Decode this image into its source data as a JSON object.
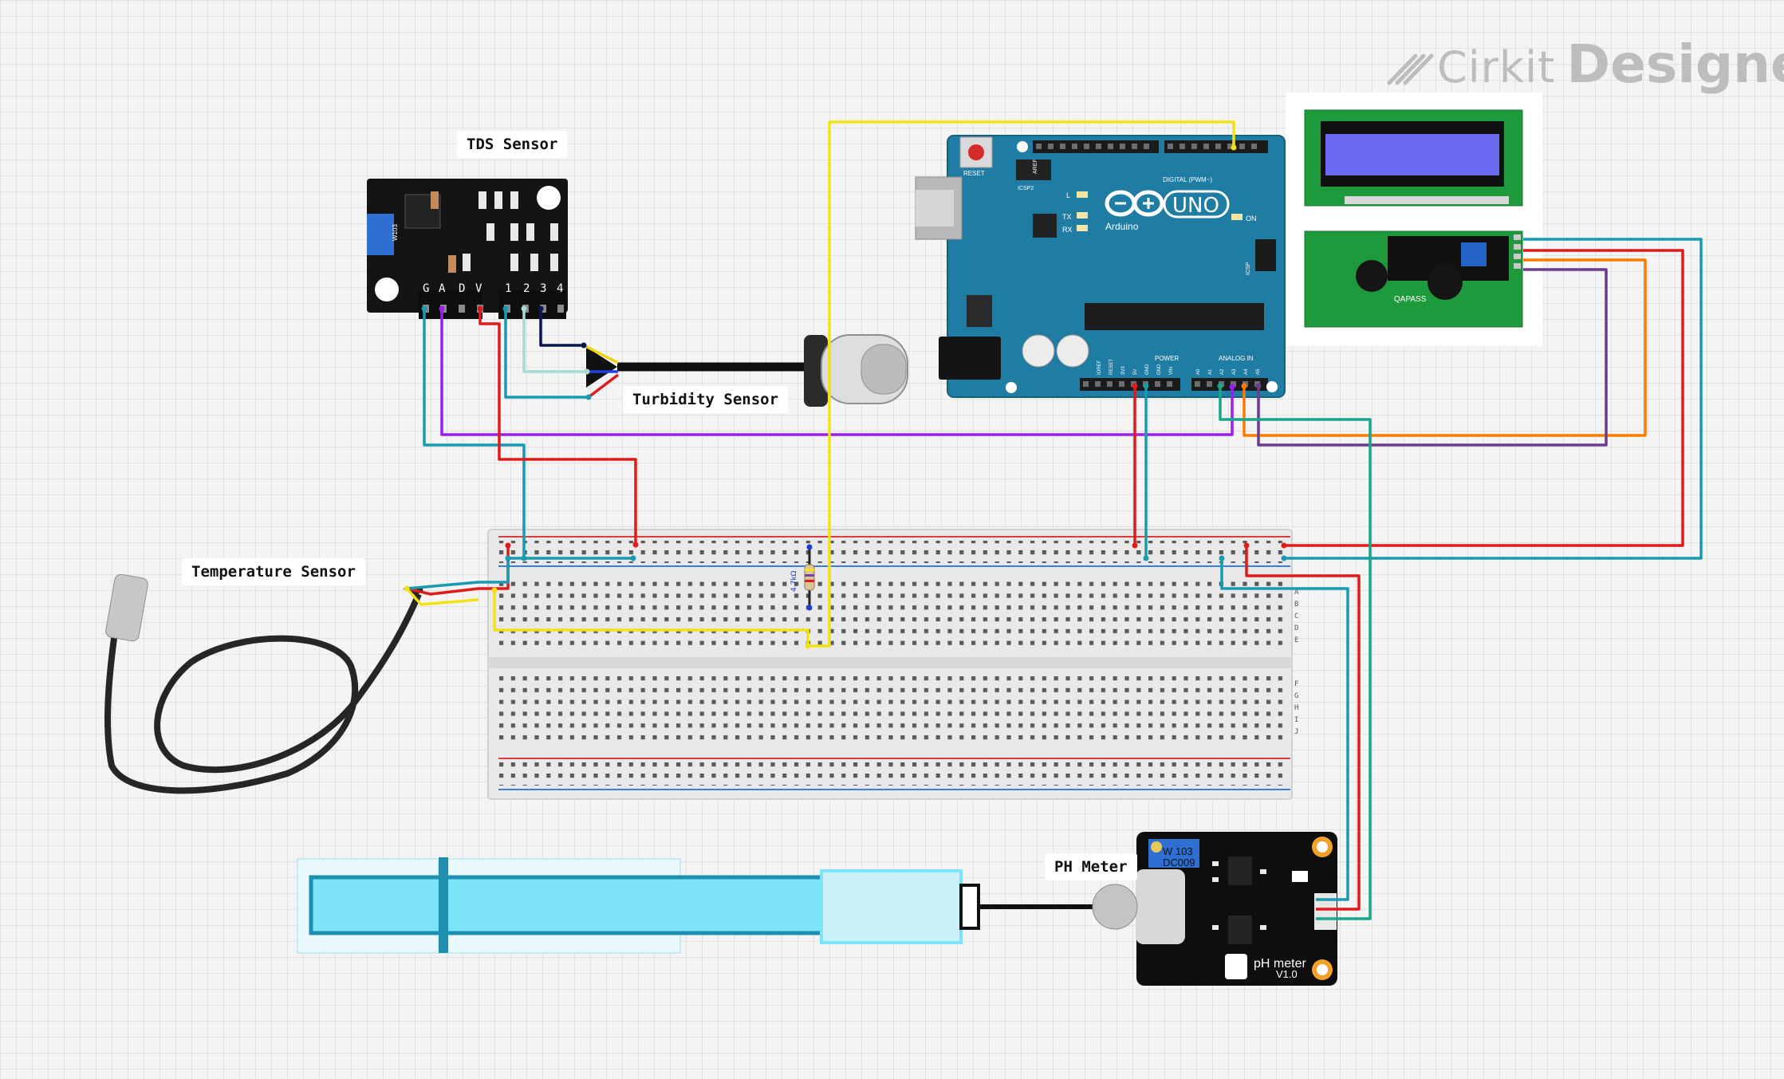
{
  "app": {
    "brand_word1": "Cirkit",
    "brand_word2": "Designer"
  },
  "labels": {
    "tds": "TDS Sensor",
    "turbidity": "Turbidity Sensor",
    "temperature": "Temperature Sensor",
    "ph": "PH Meter"
  },
  "arduino": {
    "reset": "RESET",
    "icsp2": "ICSP2",
    "aref": "AREF",
    "digital": "DIGITAL (PWM~)",
    "l": "L",
    "tx": "TX",
    "rx": "RX",
    "on": "ON",
    "logo_text": "Arduino",
    "uno": "UNO",
    "icsp": "ICSP",
    "power": "POWER",
    "analog": "ANALOG IN",
    "power_pins": [
      "IOREF",
      "RESET",
      "3V3",
      "5V",
      "GND",
      "GND",
      "VIN"
    ],
    "analog_pins": [
      "A0",
      "A1",
      "A2",
      "A3",
      "A4",
      "A5"
    ]
  },
  "tds_board": {
    "pins_left": [
      "G",
      "A",
      "D",
      "V"
    ],
    "pins_right": [
      "1",
      "2",
      "3",
      "4"
    ],
    "pot": "W103"
  },
  "lcd_backpack": {
    "brand": "QAPASS"
  },
  "ph_board": {
    "pot": "W 103",
    "pot2": "DC009",
    "name": "pH meter",
    "version": "V1.0"
  },
  "breadboard": {
    "row_letters_top": [
      "A",
      "B",
      "C",
      "D",
      "E"
    ],
    "row_letters_bottom": [
      "F",
      "G",
      "H",
      "I",
      "J"
    ],
    "resistor": "4.7kΩ"
  },
  "colors": {
    "arduino_blue": "#1f7ca3",
    "lcd_green": "#1e9a3c",
    "lcd_screen": "#6b6bf2",
    "wire_red": "#e01b1b",
    "wire_teal": "#1a9ab0",
    "wire_purple": "#9b1ff0",
    "wire_yellow": "#f2e215",
    "wire_orange": "#ff7a00",
    "wire_dark_purple": "#6a3d8c",
    "wire_green": "#19a58a",
    "probe_cyan": "#7de3f7"
  }
}
